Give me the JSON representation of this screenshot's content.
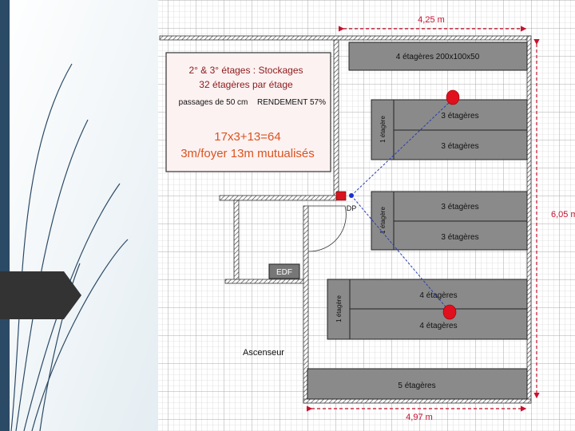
{
  "note_box": {
    "line1": "2° & 3° étages : Stockages",
    "line2": "32 étagères par étage",
    "line3a": "passages de 50 cm",
    "line3b": "RENDEMENT 57%",
    "line4": "17x3+13=64",
    "line5": "3m/foyer 13m mutualisés"
  },
  "dimensions": {
    "top": "4,25 m",
    "right": "6,05 m",
    "bottom": "4,97 m"
  },
  "shelves": {
    "top_row": "4 étagères 200x100x50",
    "group1": {
      "side": "1 étagère",
      "a": "3 étagères",
      "b": "3 étagères"
    },
    "group2": {
      "side": "1 étagère",
      "a": "3 étagères",
      "b": "3 étagères"
    },
    "group3": {
      "side": "1 étagère",
      "a": "4 étagères",
      "b": "4 étagères"
    },
    "bottom_row": "5 étagères"
  },
  "labels": {
    "dp": "DP",
    "edf": "EDF",
    "elevator": "Ascenseur"
  },
  "colors": {
    "accent_dark": "#2b4a66",
    "dimension": "#c8102e",
    "shelf": "#8a8a8a",
    "orange_text": "#d9531e",
    "maroon_text": "#8b1a1a"
  }
}
